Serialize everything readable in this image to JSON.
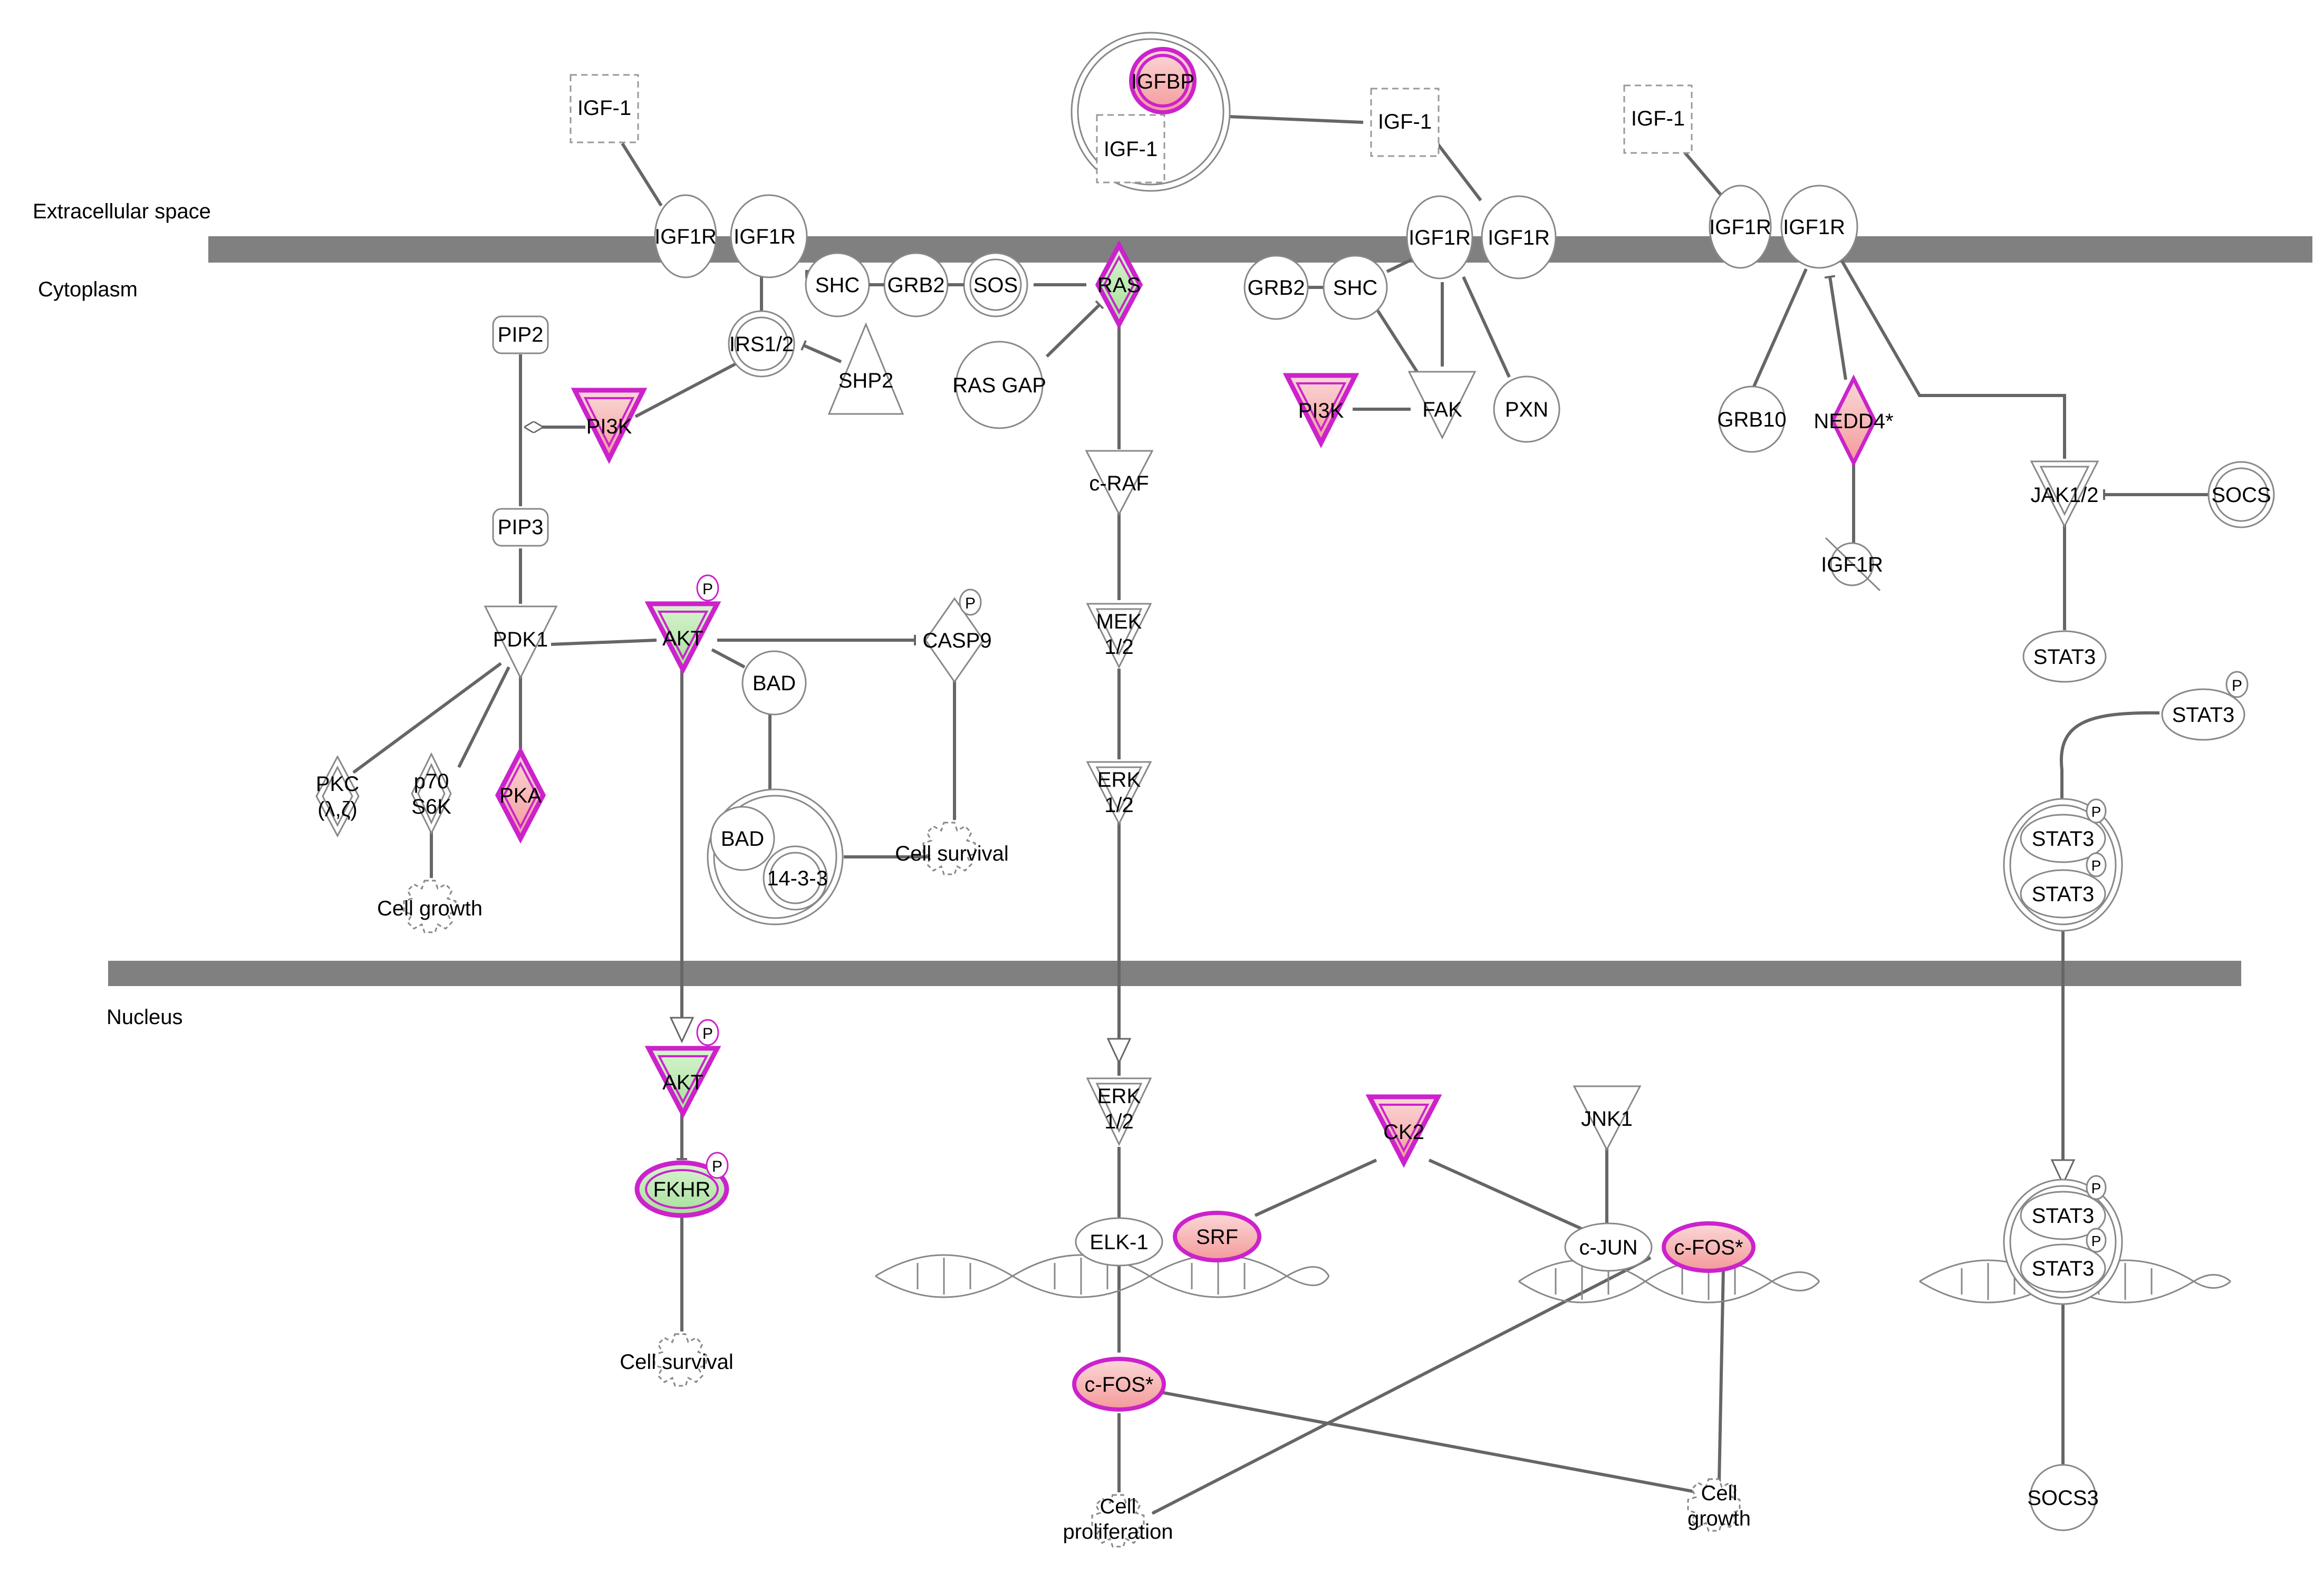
{
  "compartments": {
    "extracellular": "Extracellular space",
    "cytoplasm": "Cytoplasm",
    "nucleus": "Nucleus"
  },
  "colors": {
    "membrane": "#808080",
    "edge": "#666666",
    "highlight_border": "#cc22cc",
    "up_fill": "#f5b8b8",
    "down_fill": "#b8e8b0"
  },
  "labels": {
    "igf1": "IGF-1",
    "igf1r": "IGF1R",
    "igfbp": "IGFBP",
    "shc": "SHC",
    "grb2": "GRB2",
    "sos": "SOS",
    "ras": "RAS",
    "ras_gap": "RAS GAP",
    "irs": "IRS1/2",
    "shp2": "SHP2",
    "pip2": "PIP2",
    "pip3": "PIP3",
    "pi3k": "PI3K",
    "pdk1": "PDK1",
    "akt": "AKT",
    "bad": "BAD",
    "b1433": "14-3-3",
    "casp9": "CASP9",
    "pkc_1": "PKC",
    "pkc_2": "(λ,ζ)",
    "p70_1": "p70",
    "p70_2": "S6K",
    "pka": "PKA",
    "craf": "c-RAF",
    "mek_1": "MEK",
    "mek_2": "1/2",
    "erk_1": "ERK",
    "erk_2": "1/2",
    "fak": "FAK",
    "pxn": "PXN",
    "grb10": "GRB10",
    "nedd4": "NEDD4*",
    "jak": "JAK1/2",
    "socs": "SOCS",
    "stat3": "STAT3",
    "fkhr": "FKHR",
    "ck2": "CK2",
    "jnk1": "JNK1",
    "elk1": "ELK-1",
    "srf": "SRF",
    "cjun": "c-JUN",
    "cfos": "c-FOS*",
    "socs3": "SOCS3",
    "p": "P",
    "cell_growth": "Cell growth",
    "cell_survival": "Cell survival",
    "cell_prolif_1": "Cell",
    "cell_prolif_2": "proliferation",
    "cell_growth_1": "Cell",
    "cell_growth_2": "growth"
  }
}
